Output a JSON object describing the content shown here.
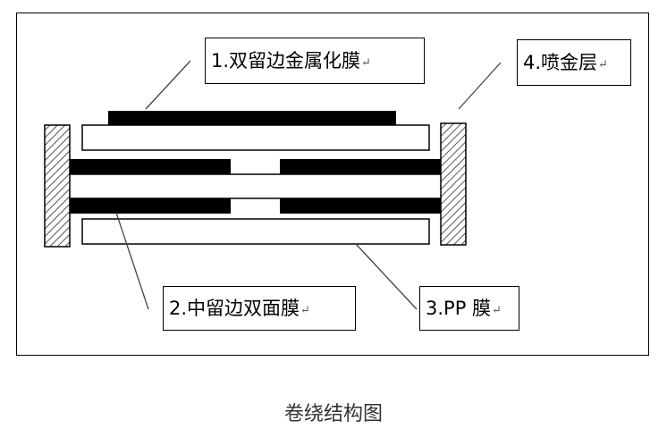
{
  "labels": {
    "film_metal": "1.双留边金属化膜",
    "center_film": "2.中留边双面膜",
    "pp_film": "3.PP 膜",
    "spray_layer": "4.喷金层",
    "return_mark": "↵"
  },
  "caption": "卷绕结构图",
  "colors": {
    "line": "#000000",
    "fill": "#ffffff",
    "hatch": "#555555",
    "caption": "#333333"
  }
}
